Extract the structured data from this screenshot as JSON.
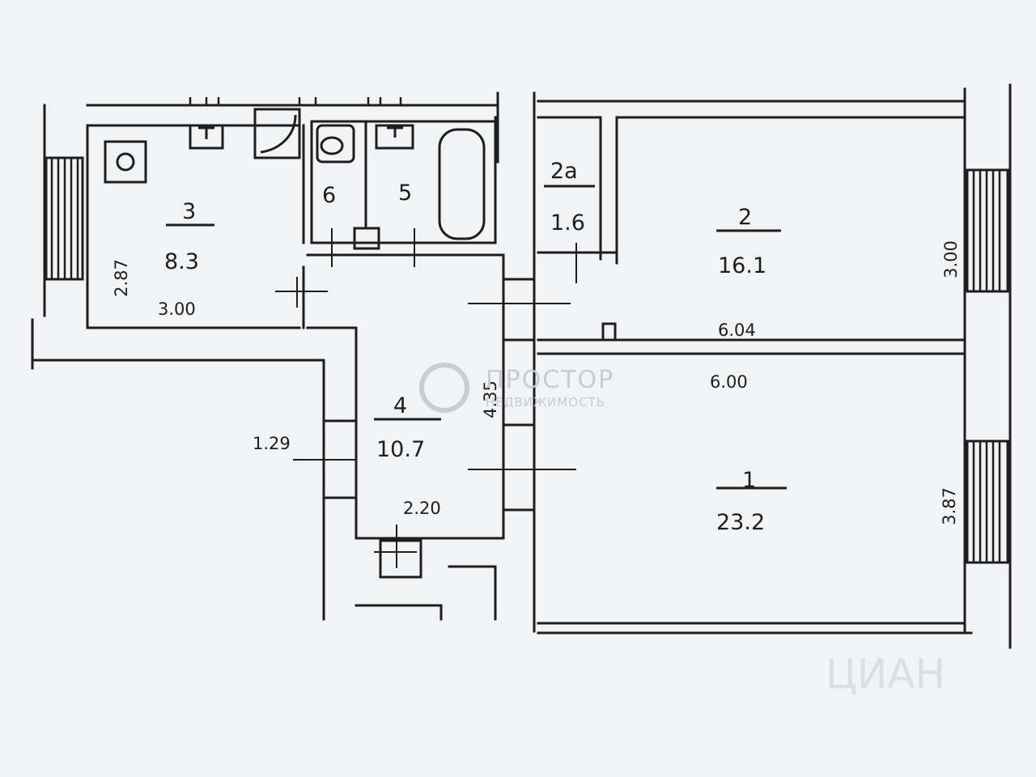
{
  "rooms": [
    {
      "id": "3",
      "number": "3",
      "area": "8.3"
    },
    {
      "id": "6",
      "number": "6"
    },
    {
      "id": "5",
      "number": "5"
    },
    {
      "id": "2a",
      "number": "2а",
      "area": "1.6"
    },
    {
      "id": "2",
      "number": "2",
      "area": "16.1"
    },
    {
      "id": "4",
      "number": "4",
      "area": "10.7"
    },
    {
      "id": "1",
      "number": "1",
      "area": "23.2"
    }
  ],
  "dimensions": {
    "room3_height": "2.87",
    "room3_width": "3.00",
    "room2_height": "3.00",
    "room2_width": "6.04",
    "room1_width": "6.00",
    "room1_height": "3.87",
    "room4_height": "4.35",
    "room4_width": "2.20",
    "left_passage": "1.29"
  },
  "watermark": {
    "brand": "ПРОСТОР",
    "sub": "НЕДВИЖИМОСТЬ",
    "corner": "ЦИАН"
  },
  "colors": {
    "paper": "#f2f3f5",
    "ink": "#1e1e1e",
    "watermark": "#c9ccd2"
  }
}
